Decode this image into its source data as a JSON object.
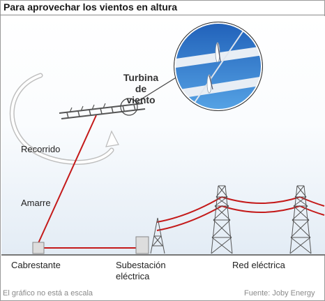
{
  "title": "Para aprovechar los vientos en altura",
  "labels": {
    "turbine_line1": "Turbina",
    "turbine_line2": "de viento",
    "path": "Recorrido",
    "tether": "Amarre",
    "winch": "Cabrestante",
    "substation_line1": "Subestación",
    "substation_line2": "eléctrica",
    "grid": "Red eléctrica"
  },
  "footer": {
    "note": "El gráfico no está a escala",
    "source": "Fuente: Joby Energy"
  },
  "colors": {
    "cable": "#c41a1a",
    "zoom_sky": "#2f7fd0",
    "tower": "#555555"
  }
}
